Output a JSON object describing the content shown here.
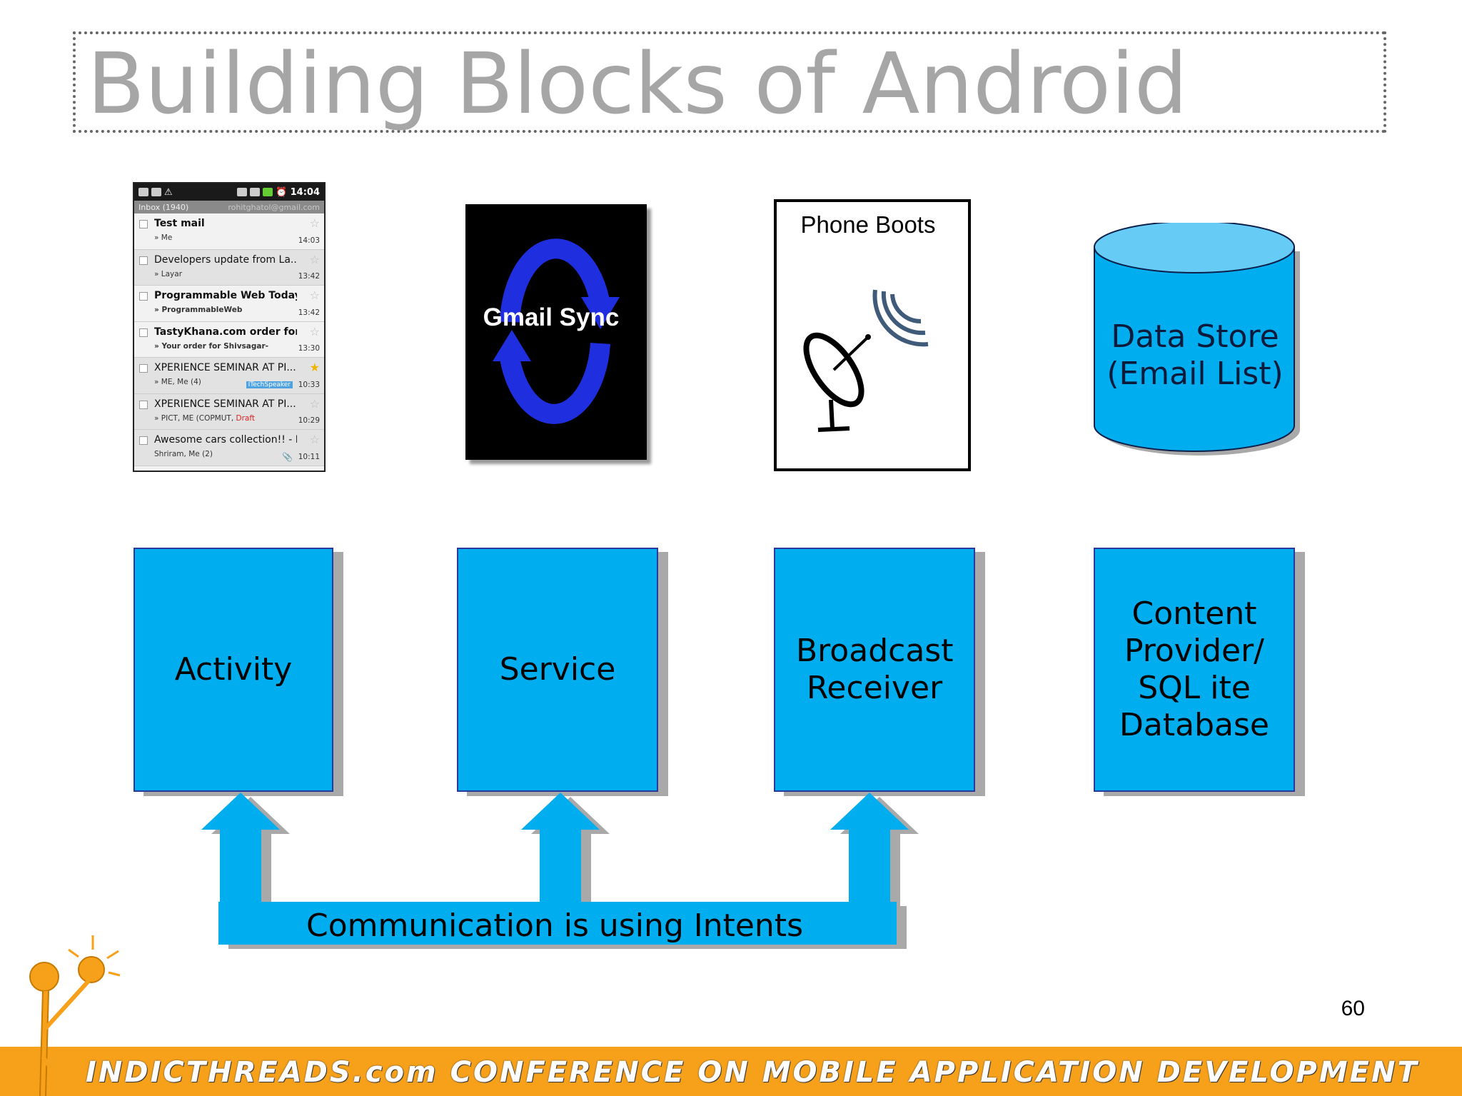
{
  "title": "Building Blocks of Android",
  "inbox": {
    "status_time": "14:04",
    "inbox_label": "Inbox (1940)",
    "account": "rohitghatol@gmail.com",
    "messages": [
      {
        "subject": "Test mail",
        "from": "» Me",
        "time": "14:03",
        "bold": true,
        "starred": false
      },
      {
        "subject": "Developers update from La...",
        "from": "» Layar",
        "time": "13:42",
        "bold": false,
        "starred": false
      },
      {
        "subject": "Programmable Web Today -...",
        "from": "» ProgrammableWeb",
        "time": "13:42",
        "bold": true,
        "starred": false
      },
      {
        "subject": "TastyKhana.com order for...",
        "from": "» Your order for Shivsagar-",
        "time": "13:30",
        "bold": true,
        "starred": false
      },
      {
        "subject": "XPERIENCE SEMINAR AT PI...",
        "from": "» ME, Me (4)",
        "time": "10:33",
        "bold": false,
        "starred": true,
        "tag": "ITechSpeaker"
      },
      {
        "subject": "XPERIENCE SEMINAR AT PI...",
        "from": "» PICT, ME (COPMUT,",
        "draft": "Draft",
        "time": "10:29",
        "bold": false,
        "starred": false
      },
      {
        "subject": "Awesome cars collection!! - R...",
        "from": "Shriram, Me (2)",
        "time": "10:11",
        "bold": false,
        "starred": false,
        "attachment": true
      }
    ]
  },
  "examples": {
    "gmail_sync": "Gmail Sync",
    "phone_boots": "Phone Boots",
    "data_store": "Data Store (Email List)"
  },
  "components": {
    "activity": "Activity",
    "service": "Service",
    "broadcast_receiver": "Broadcast Receiver",
    "content_provider": "Content Provider/ SQL ite Database"
  },
  "intents_label": "Communication is using Intents",
  "page_number": "60",
  "footer_text": "INDICTHREADS.com CONFERENCE ON MOBILE APPLICATION DEVELOPMENT",
  "colors": {
    "component_blue": "#00aeef",
    "sync_arrow_blue": "#1f2fe0",
    "title_gray": "#a6a6a6",
    "footer_orange": "#f7a11a"
  }
}
